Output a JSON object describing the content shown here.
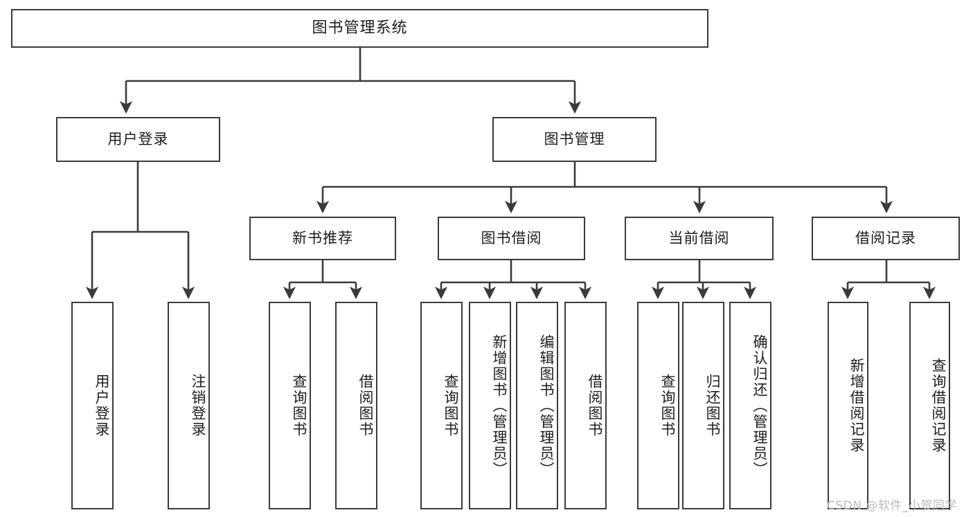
{
  "diagram": {
    "title": "图书管理系统",
    "watermark": "CSDN @软件_小贺同学",
    "stroke_color": "#3a3a3a",
    "background_color": "#ffffff",
    "text_color": "#1d1d1d",
    "watermark_color": "#b9b9b9",
    "root": {
      "label": "图书管理系统"
    },
    "level2": [
      {
        "label": "用户登录"
      },
      {
        "label": "图书管理"
      }
    ],
    "level3": [
      {
        "label": "新书推荐"
      },
      {
        "label": "图书借阅"
      },
      {
        "label": "当前借阅"
      },
      {
        "label": "借阅记录"
      }
    ],
    "leaves": {
      "user_login": [
        {
          "label": "用户登录"
        },
        {
          "label": "注销登录"
        }
      ],
      "new_book_recommend": [
        {
          "label": "查询图书"
        },
        {
          "label": "借阅图书"
        }
      ],
      "book_borrow": [
        {
          "label": "查询图书"
        },
        {
          "label": "新增图书（管理员）"
        },
        {
          "label": "编辑图书（管理员）"
        },
        {
          "label": "借阅图书"
        }
      ],
      "current_borrow": [
        {
          "label": "查询图书"
        },
        {
          "label": "归还图书"
        },
        {
          "label": "确认归还（管理员）"
        }
      ],
      "borrow_record": [
        {
          "label": "新增借阅记录"
        },
        {
          "label": "查询借阅记录"
        }
      ]
    }
  }
}
